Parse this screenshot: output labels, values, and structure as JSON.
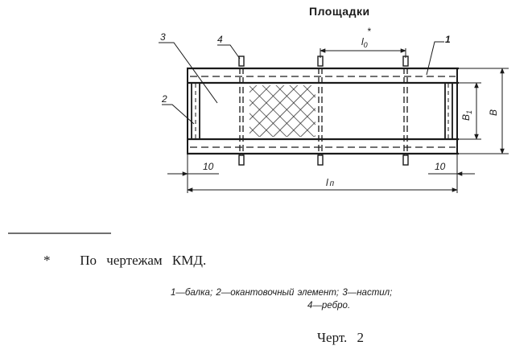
{
  "title": "Площадки",
  "drawing": {
    "callouts": {
      "c1": "1",
      "c2": "2",
      "c3": "3",
      "c4": "4"
    },
    "dimensions": {
      "span_top": "l",
      "span_top_sub": "0",
      "span_top_mark": "*",
      "b1": "B",
      "b1_sub": "1",
      "b": "B",
      "left_offset": "10",
      "right_offset": "10",
      "length": "l",
      "length_sub": "п"
    }
  },
  "footnote": {
    "mark": "*",
    "text": "По чертежам КМД."
  },
  "legend": {
    "line1": "1—балка; 2—окантовочный элемент; 3—настил;",
    "line2": "4—ребро."
  },
  "caption": "Черт. 2"
}
